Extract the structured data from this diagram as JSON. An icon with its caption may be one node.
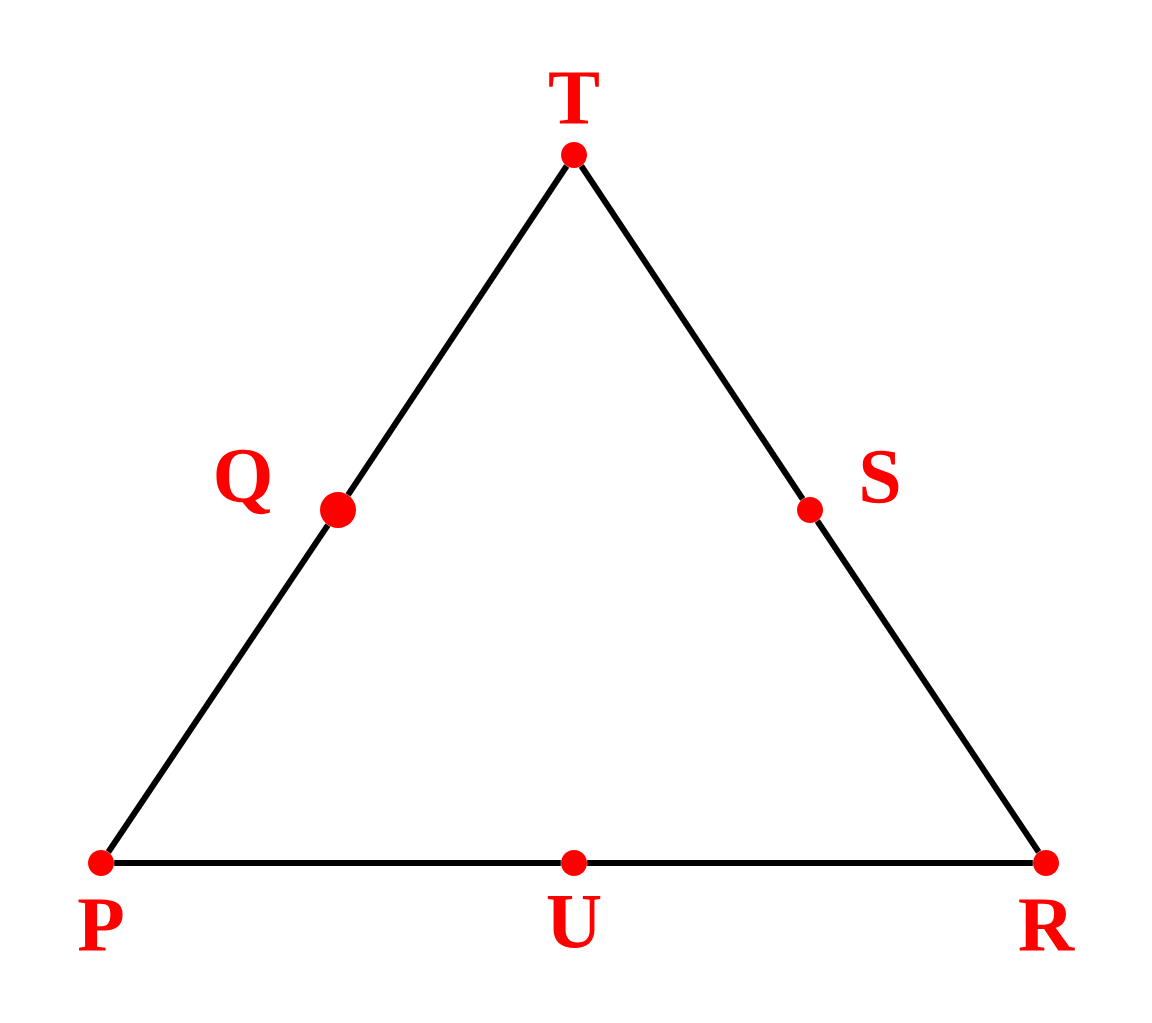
{
  "diagram": {
    "nodes": [
      {
        "text": [
          "T"
        ]
      },
      {
        "text": [
          "Q"
        ]
      },
      {
        "text": [
          "S"
        ]
      },
      {
        "text": [
          "P"
        ]
      },
      {
        "text": [
          "U"
        ]
      },
      {
        "text": [
          "R"
        ]
      }
    ],
    "edges": [
      {
        "from": 3,
        "to": 1,
        "arrow": "none"
      },
      {
        "from": 1,
        "to": 0,
        "arrow": "none"
      },
      {
        "from": 0,
        "to": 2,
        "arrow": "none"
      },
      {
        "from": 2,
        "to": 5,
        "arrow": "none"
      },
      {
        "from": 5,
        "to": 4,
        "arrow": "none"
      },
      {
        "from": 4,
        "to": 3,
        "arrow": "none"
      }
    ]
  }
}
